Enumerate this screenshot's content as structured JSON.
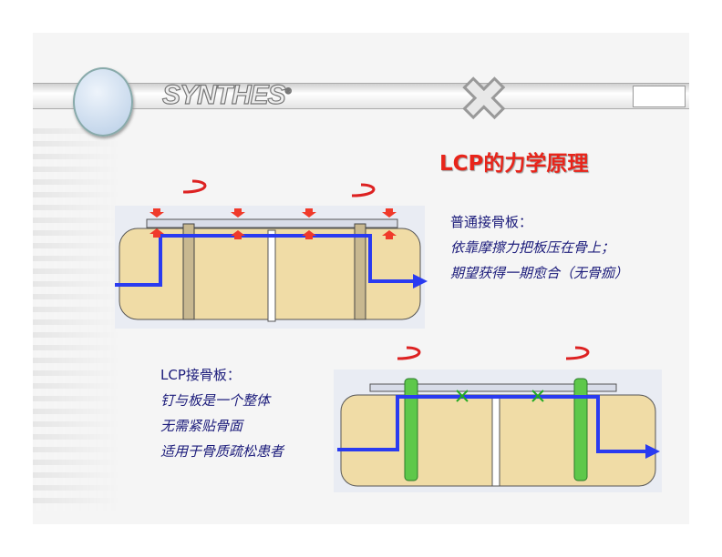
{
  "header": {
    "brand": "SYNTHES",
    "registered": "®"
  },
  "title": "LCP的力学原理",
  "conventional": {
    "heading": "普通接骨板：",
    "lines": [
      "依靠摩擦力把板压在骨上；",
      "期望获得一期愈合（无骨痂）"
    ]
  },
  "lcp": {
    "heading": "LCP接骨板：",
    "lines": [
      "钉与板是一个整体",
      "无需紧贴骨面",
      "适用于骨质疏松患者"
    ]
  },
  "colors": {
    "title": "#e8241a",
    "text": "#1a1a7a",
    "arrow_blue": "#2a3bf0",
    "arrow_red": "#f03a2a",
    "screw_green": "#5ec84a"
  }
}
